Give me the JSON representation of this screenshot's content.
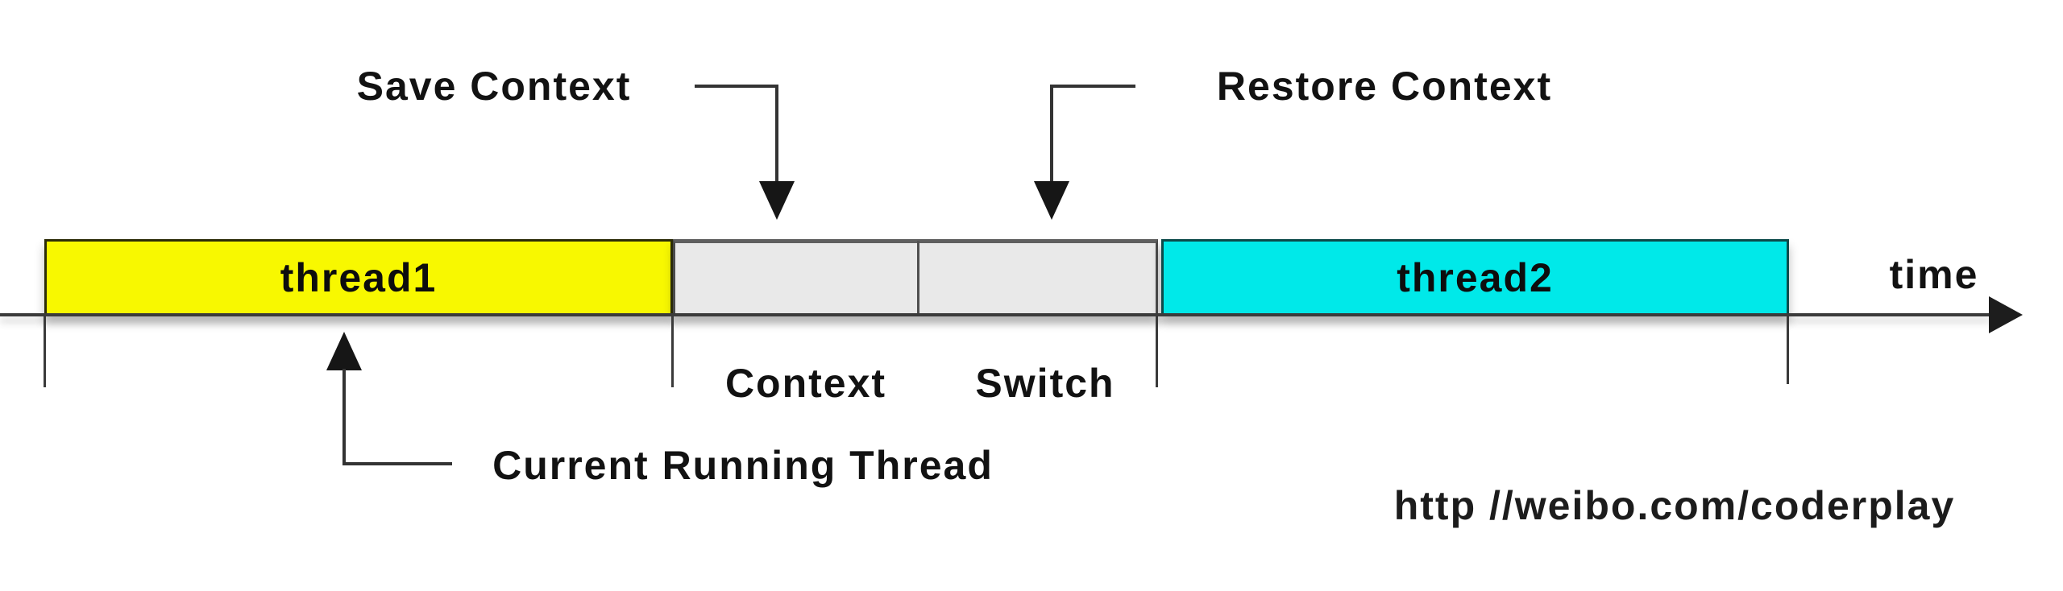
{
  "diagram": {
    "type": "thread-context-switch-timeline",
    "labels": {
      "save_context": "Save Context",
      "restore_context": "Restore Context",
      "context": "Context",
      "switch": "Switch",
      "current_running_thread": "Current Running Thread",
      "time_axis": "time",
      "watermark": "http //weibo.com/coderplay"
    },
    "segments": {
      "thread1": {
        "label": "thread1",
        "fill": "#f8f800"
      },
      "context_switch": {
        "fill": "#e9e9e9"
      },
      "thread2": {
        "label": "thread2",
        "fill": "#00e9e9"
      }
    },
    "colors": {
      "line": "#333333",
      "text": "#121212",
      "background": "#ffffff"
    }
  }
}
